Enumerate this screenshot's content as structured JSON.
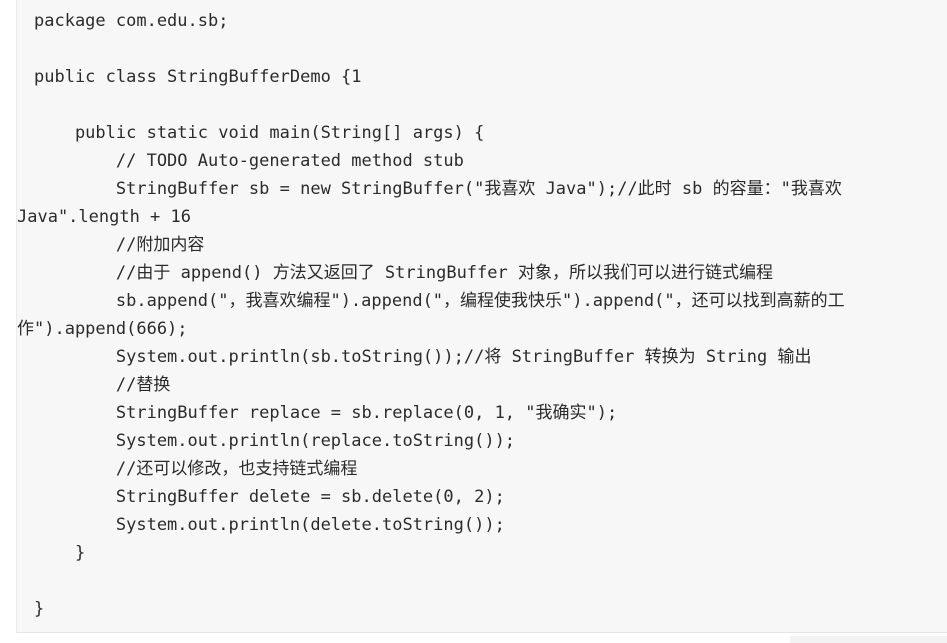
{
  "code": {
    "lines": [
      "package com.edu.sb;",
      "",
      "public class StringBufferDemo {1",
      "",
      "    public static void main(String[] args) {",
      "        // TODO Auto-generated method stub",
      "        StringBuffer sb = new StringBuffer(\"我喜欢 Java\");//此时 sb 的容量：\"我喜欢",
      "Java\".length + 16",
      "        //附加内容",
      "        //由于 append() 方法又返回了 StringBuffer 对象，所以我们可以进行链式编程",
      "        sb.append(\"，我喜欢编程\").append(\"，编程使我快乐\").append(\"，还可以找到高薪的工",
      "作\").append(666);",
      "        System.out.println(sb.toString());//将 StringBuffer 转换为 String 输出",
      "        //替换",
      "        StringBuffer replace = sb.replace(0, 1, \"我确实\");",
      "        System.out.println(replace.toString());",
      "        //还可以修改，也支持链式编程",
      "        StringBuffer delete = sb.delete(0, 2);",
      "        System.out.println(delete.toString());",
      "    }",
      "",
      "}"
    ]
  }
}
